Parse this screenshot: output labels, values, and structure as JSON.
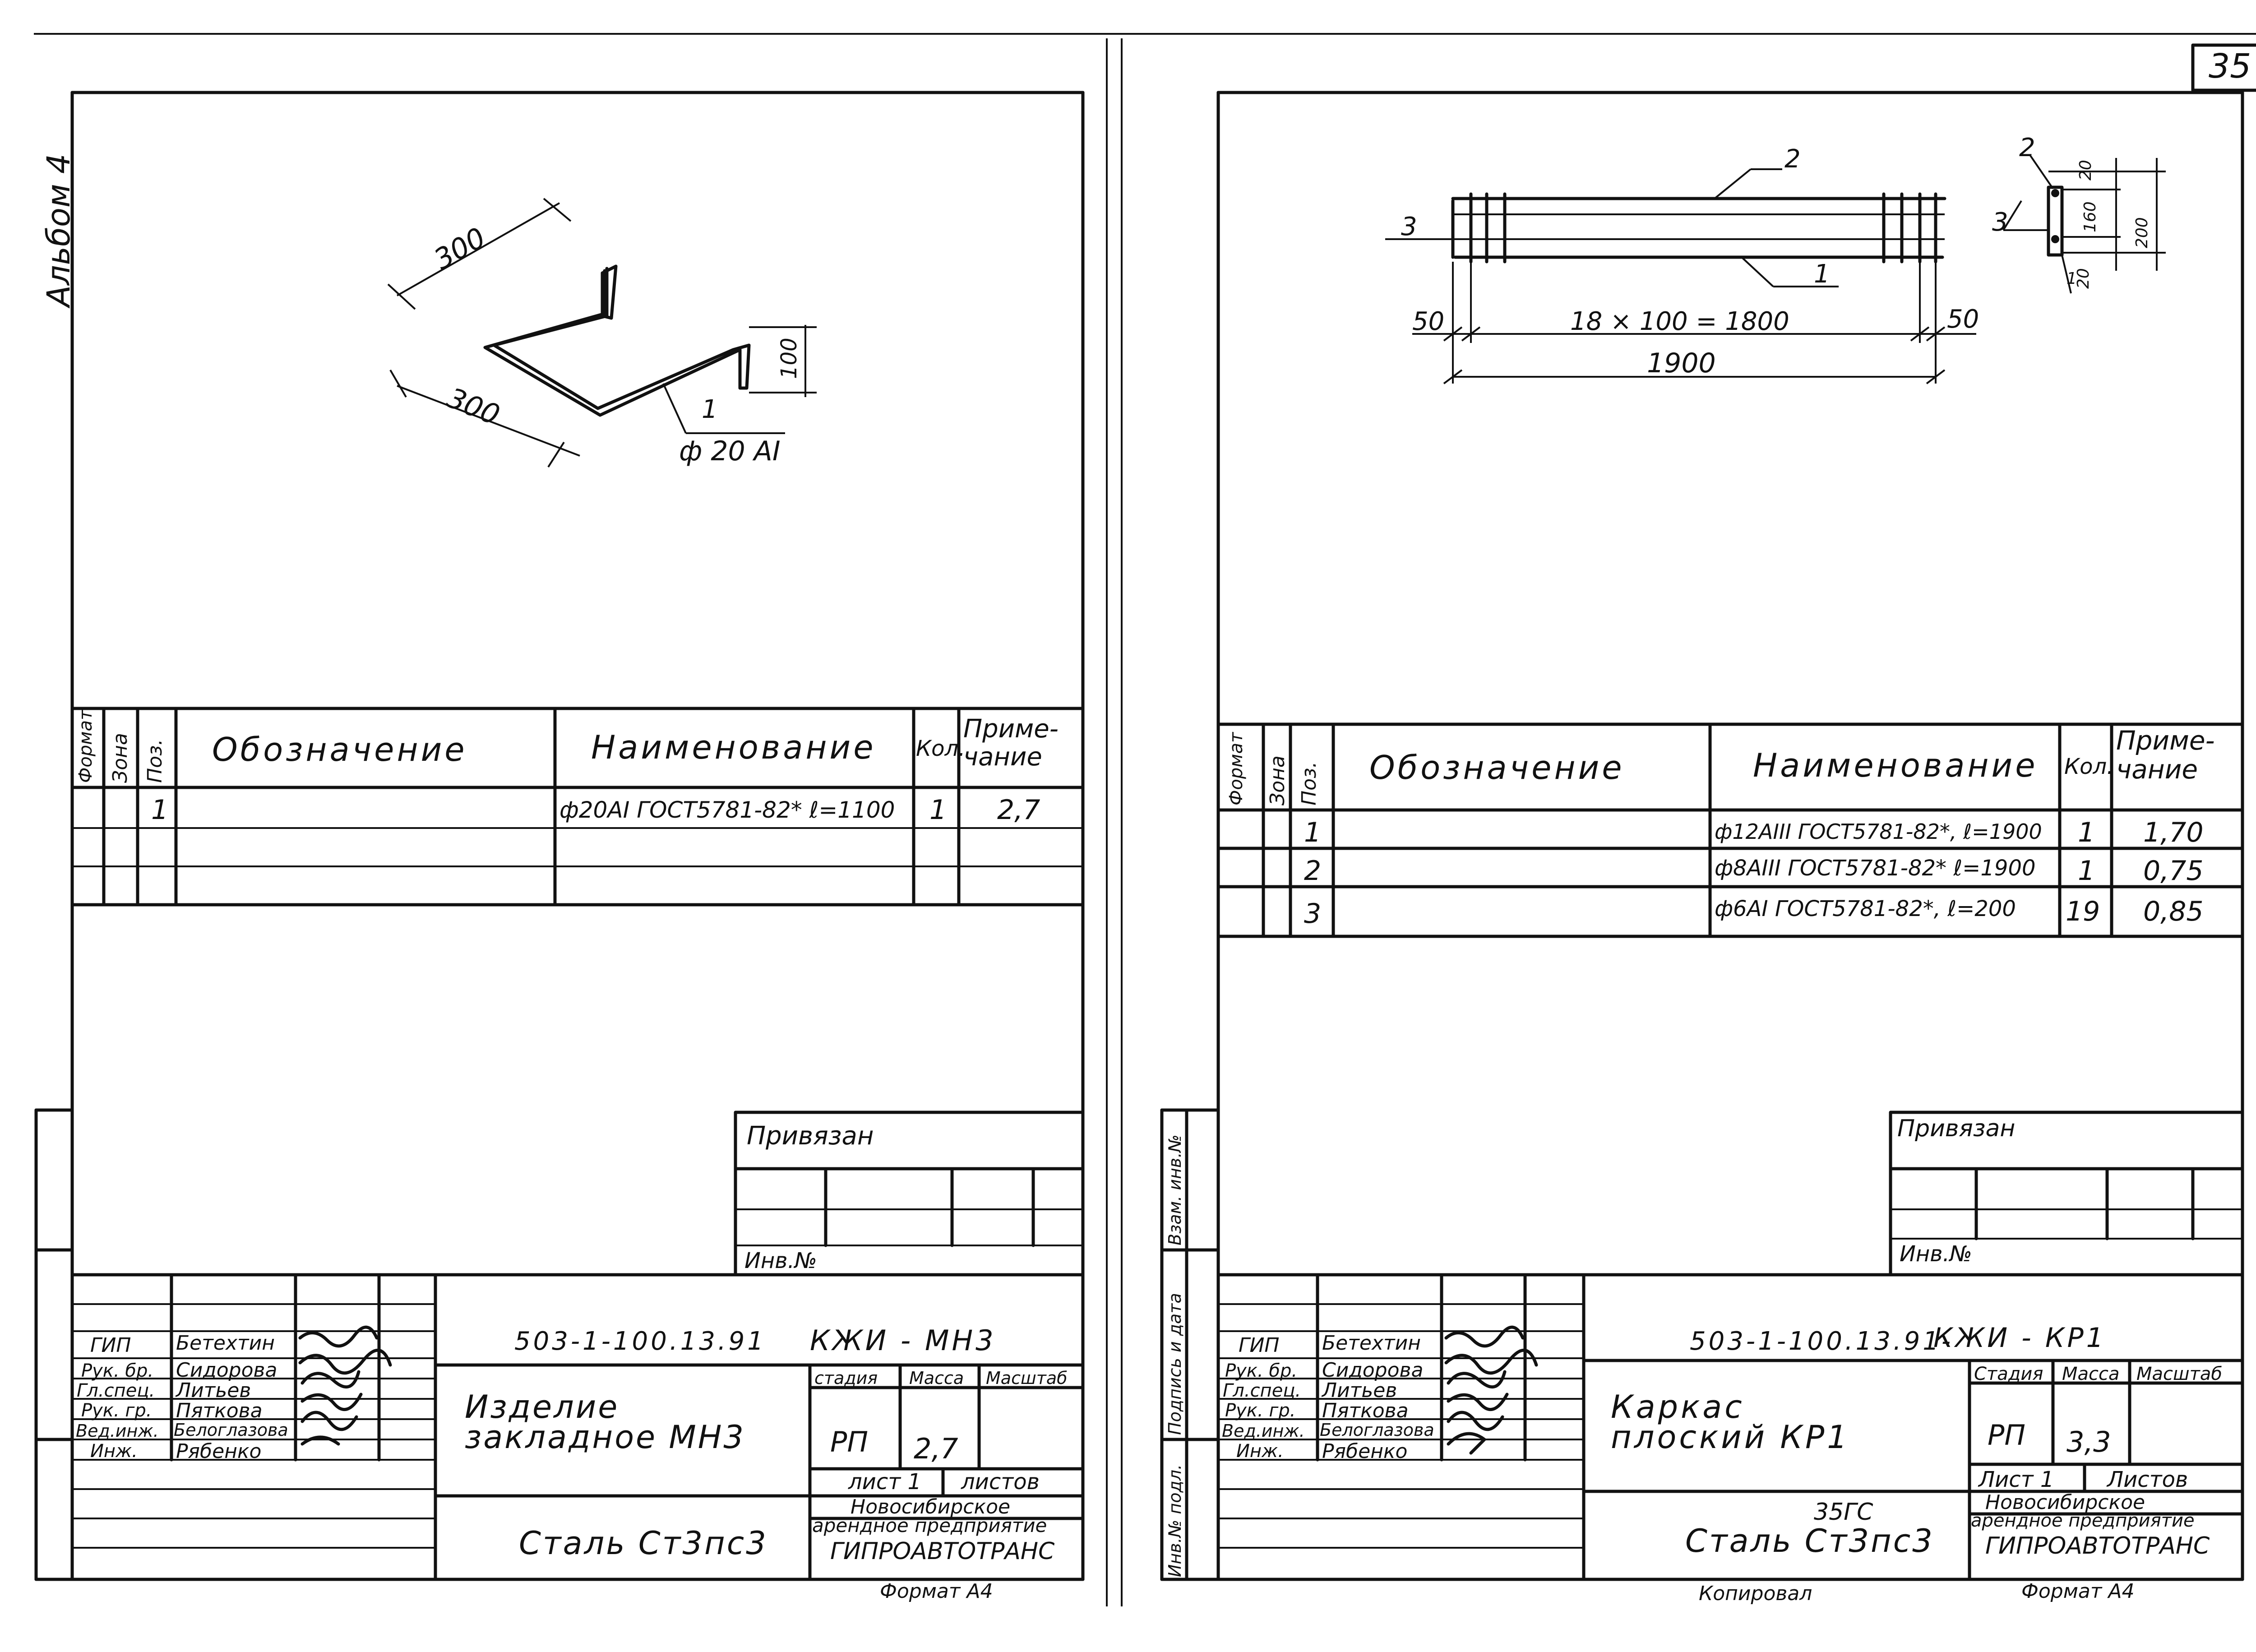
{
  "page_number": "35",
  "album_label": "Альбом 4",
  "left_sheet": {
    "drawing": {
      "dim_top": "300",
      "dim_bottom": "300",
      "dim_height": "100",
      "leader": "1",
      "bar_spec": "ф 20 АI"
    },
    "spec_headers": {
      "format": "Формат",
      "zone": "Зона",
      "pos": "Поз.",
      "designation": "Обозначение",
      "name": "Наименование",
      "qty": "Кол.",
      "note": "Приме-\nчание"
    },
    "spec_rows": [
      {
        "pos": "1",
        "name": "ф20АI ГОСТ5781-82* ℓ=1100",
        "qty": "1",
        "note": "2,7"
      }
    ],
    "privyazan": "Привязан",
    "inv_no": "Инв.№",
    "title_block": {
      "code": "503-1-100.13.91",
      "code_suffix": "КЖИ - МН3",
      "roles": [
        "ГИП",
        "Рук. бр.",
        "Гл.спец.",
        "Рук. гр.",
        "Вед.инж.",
        "Инж."
      ],
      "names": [
        "Бетехтин",
        "Сидорова",
        "Литьев",
        "Пяткова",
        "Белоглазова",
        "Рябенко"
      ],
      "item_title": "Изделие\nзакладное МН3",
      "stage_label": "стадия",
      "mass_label": "Масса",
      "scale_label": "Масштаб",
      "stage": "РП",
      "mass": "2,7",
      "sheet_label": "лист 1",
      "sheets_label": "листов",
      "material": "Сталь Ст3пс3",
      "org_1": "Новосибирское",
      "org_2": "арендное предприятие",
      "org_3": "ГИПРОАВТОТРАНС",
      "format": "Формат А4"
    }
  },
  "right_sheet": {
    "drawing": {
      "leader_1": "1",
      "leader_2": "2",
      "leader_3": "3",
      "dim_left": "50",
      "dim_right": "50",
      "dim_mid": "18 × 100 = 1800",
      "dim_total": "1900",
      "sec_leader_2": "2",
      "sec_leader_3": "3",
      "sec_leader_1": "1",
      "sec_dim_top": "20",
      "sec_dim_mid": "160",
      "sec_dim_bot": "20",
      "sec_dim_total": "200"
    },
    "spec_headers": {
      "format": "Формат",
      "zone": "Зона",
      "pos": "Поз.",
      "designation": "Обозначение",
      "name": "Наименование",
      "qty": "Кол.",
      "note": "Приме-\nчание"
    },
    "spec_rows": [
      {
        "pos": "1",
        "name": "ф12АIII ГОСТ5781-82*, ℓ=1900",
        "qty": "1",
        "note": "1,70"
      },
      {
        "pos": "2",
        "name": "ф8АIII ГОСТ5781-82* ℓ=1900",
        "qty": "1",
        "note": "0,75"
      },
      {
        "pos": "3",
        "name": "ф6АI ГОСТ5781-82*, ℓ=200",
        "qty": "19",
        "note": "0,85"
      }
    ],
    "privyazan": "Привязан",
    "inv_no": "Инв.№",
    "side_labels": [
      "Взам. инв.№",
      "Подпись и дата",
      "Инв.№ подл."
    ],
    "title_block": {
      "code": "503-1-100.13.91-",
      "code_suffix": "КЖИ - КР1",
      "roles": [
        "ГИП",
        "Рук. бр.",
        "Гл.спец.",
        "Рук. гр.",
        "Вед.инж.",
        "Инж."
      ],
      "names": [
        "Бетехтин",
        "Сидорова",
        "Литьев",
        "Пяткова",
        "Белоглазова",
        "Рябенко"
      ],
      "item_title": "Каркас\nплоский КР1",
      "stage_label": "Стадия",
      "mass_label": "Масса",
      "scale_label": "Масштаб",
      "stage": "РП",
      "mass": "3,3",
      "sheet_label": "Лист 1",
      "sheets_label": "Листов",
      "material_sup": "35ГС",
      "material": "Сталь Ст3пс3",
      "org_1": "Новосибирское",
      "org_2": "арендное предприятие",
      "org_3": "ГИПРОАВТОТРАНС",
      "copied": "Копировал",
      "format": "Формат А4"
    }
  }
}
